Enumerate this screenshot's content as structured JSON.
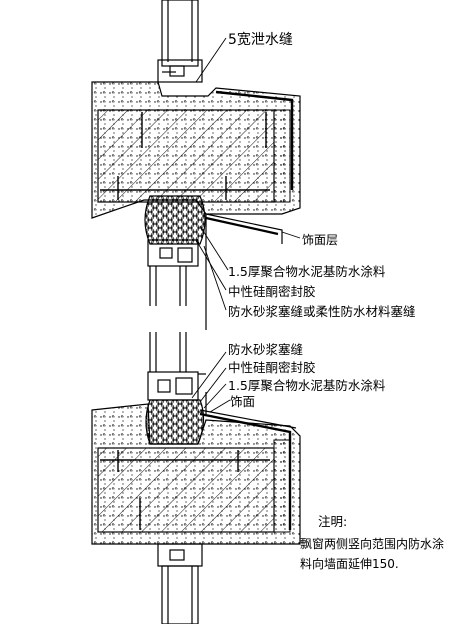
{
  "labels": {
    "drain_gap": "5宽泄水缝",
    "finish_layer": "饰面层",
    "coating_top": "1.5厚聚合物水泥基防水涂料",
    "sealant_top": "中性硅酮密封胶",
    "mortar_caulk_top": "防水砂浆塞缝或柔性防水材料塞缝",
    "mortar_caulk_bottom": "防水砂浆塞缝",
    "sealant_bottom": "中性硅酮密封胶",
    "coating_bottom": "1.5厚聚合物水泥基防水涂料",
    "finish_bottom": "饰面",
    "note_title": "注明:",
    "note_line1": "飘窗两侧竖向范围内防水涂",
    "note_line2": "料向墙面延伸150."
  },
  "colors": {
    "line": "#000000",
    "concrete_fill": "#ffffff",
    "hatch": "#000000"
  }
}
